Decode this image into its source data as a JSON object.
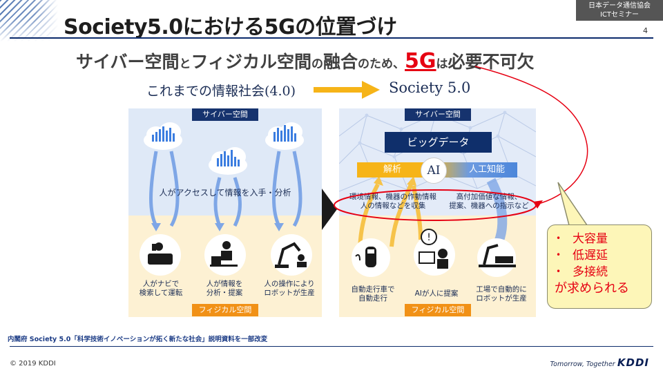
{
  "header": {
    "title": "Society5.0における5Gの位置づけ",
    "org_line1": "日本データ通信協会",
    "org_line2": "ICTセミナー",
    "page_number": "4"
  },
  "subtitle": {
    "part1": "サイバー空間",
    "part2": "と",
    "part3": "フィジカル空間",
    "part4": "の",
    "part5": "融合",
    "part6": "のため、",
    "highlight": "5G",
    "part7": "は",
    "part8": "必要不可欠"
  },
  "comparison": {
    "old_label": "これまでの情報社会(4.0)",
    "new_label": "Society 5.0"
  },
  "left_panel": {
    "cyber_tag": "サイバー空間",
    "physical_tag": "フィジカル空間",
    "access_text": "人がアクセスして情報を入手・分析",
    "captions": [
      {
        "line1": "人がナビで",
        "line2": "検索して運転"
      },
      {
        "line1": "人が情報を",
        "line2": "分析・提案"
      },
      {
        "line1": "人の操作により",
        "line2": "ロボットが生産"
      }
    ]
  },
  "right_panel": {
    "cyber_tag": "サイバー空間",
    "physical_tag": "フィジカル空間",
    "big_data": "ビッグデータ",
    "analysis": "解析",
    "ai": "AI",
    "ai_label": "人工知能",
    "collect_line1": "環境情報、機器の作動情報",
    "collect_line2": "人の情報などを収集",
    "value_line1": "高付加価値な情報、",
    "value_line2": "提案、機器への指示など",
    "captions": [
      {
        "line1": "自動走行車で",
        "line2": "自動走行"
      },
      {
        "line1": "AIが人に提案",
        "line2": ""
      },
      {
        "line1": "工場で自動的に",
        "line2": "ロボットが生産"
      }
    ]
  },
  "callout": {
    "items": [
      "大容量",
      "低遅延",
      "多接続"
    ],
    "bullet": "•",
    "footer": "が求められる"
  },
  "footer": {
    "source": "内閣府 Society 5.0「科学技術イノベーションが拓く新たな社会」説明資料を一部改変",
    "copyright": "© 2019 KDDI",
    "tagline": "Tomorrow, Together",
    "logo": "KDDI"
  },
  "colors": {
    "title_rule": "#0b2a6b",
    "accent_red": "#e60012",
    "cyber_navy": "#16336e",
    "physical_orange": "#f19116",
    "ai_yellow": "#f6b418"
  }
}
